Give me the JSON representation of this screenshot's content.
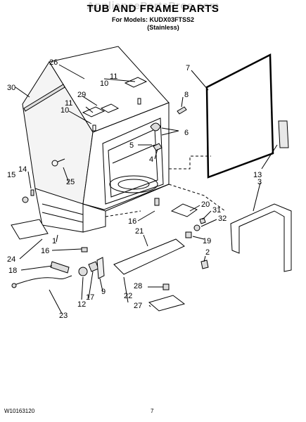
{
  "header": {
    "watermark": "AppliancePartsPros.com",
    "title": "TUB AND FRAME PARTS",
    "models": "For Models: KUDX03FTSS2",
    "variant": "(Stainless)"
  },
  "footer": {
    "doc_number": "W10163120",
    "page_number": "7"
  },
  "callouts": [
    "26",
    "30",
    "29",
    "11",
    "10",
    "11",
    "10",
    "7",
    "8",
    "6",
    "5",
    "4",
    "15",
    "14",
    "25",
    "13",
    "3",
    "20",
    "31",
    "32",
    "16",
    "21",
    "1",
    "24",
    "16",
    "19",
    "2",
    "18",
    "12",
    "17",
    "9",
    "22",
    "28",
    "23",
    "27"
  ]
}
